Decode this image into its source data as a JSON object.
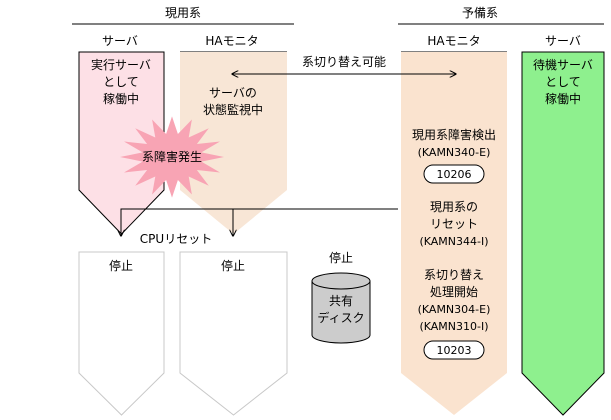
{
  "groups": {
    "active": "現用系",
    "standby": "予備系"
  },
  "columns": {
    "active_server": "サーバ",
    "active_ha": "HAモニタ",
    "standby_ha": "HAモニタ",
    "standby_server": "サーバ"
  },
  "active_server_text": [
    "実行サーバ",
    "として",
    "稼働中"
  ],
  "active_ha_text": [
    "サーバの",
    "状態監視中"
  ],
  "switchable_label": "系切り替え可能",
  "failure_label": "系障害発生",
  "standby_server_text": [
    "待機サーバ",
    "として",
    "稼働中"
  ],
  "detect": {
    "lines": [
      "現用系障害検出",
      "(KAMN340-E)"
    ],
    "code": "10206"
  },
  "reset": {
    "lines": [
      "現用系の",
      "リセット",
      "(KAMN344-I)"
    ]
  },
  "switch_start": {
    "lines": [
      "系切り替え",
      "処理開始",
      "(KAMN304-E)",
      "(KAMN310-I)"
    ],
    "code": "10203"
  },
  "cpu_reset_label": "CPUリセット",
  "stopped_server": "停止",
  "stopped_ha": "停止",
  "disk_status": "停止",
  "disk_label": [
    "共有",
    "ディスク"
  ],
  "colors": {
    "active_server_fill": "#fde0e6",
    "active_ha_fill": "#f8e6d6",
    "standby_ha_fill": "#fae3cf",
    "standby_server_fill": "#8ef08e",
    "failure_burst": "#f8a4b4",
    "disk_fill": "#cccccc",
    "stopped_stroke": "#c8c8c8"
  }
}
